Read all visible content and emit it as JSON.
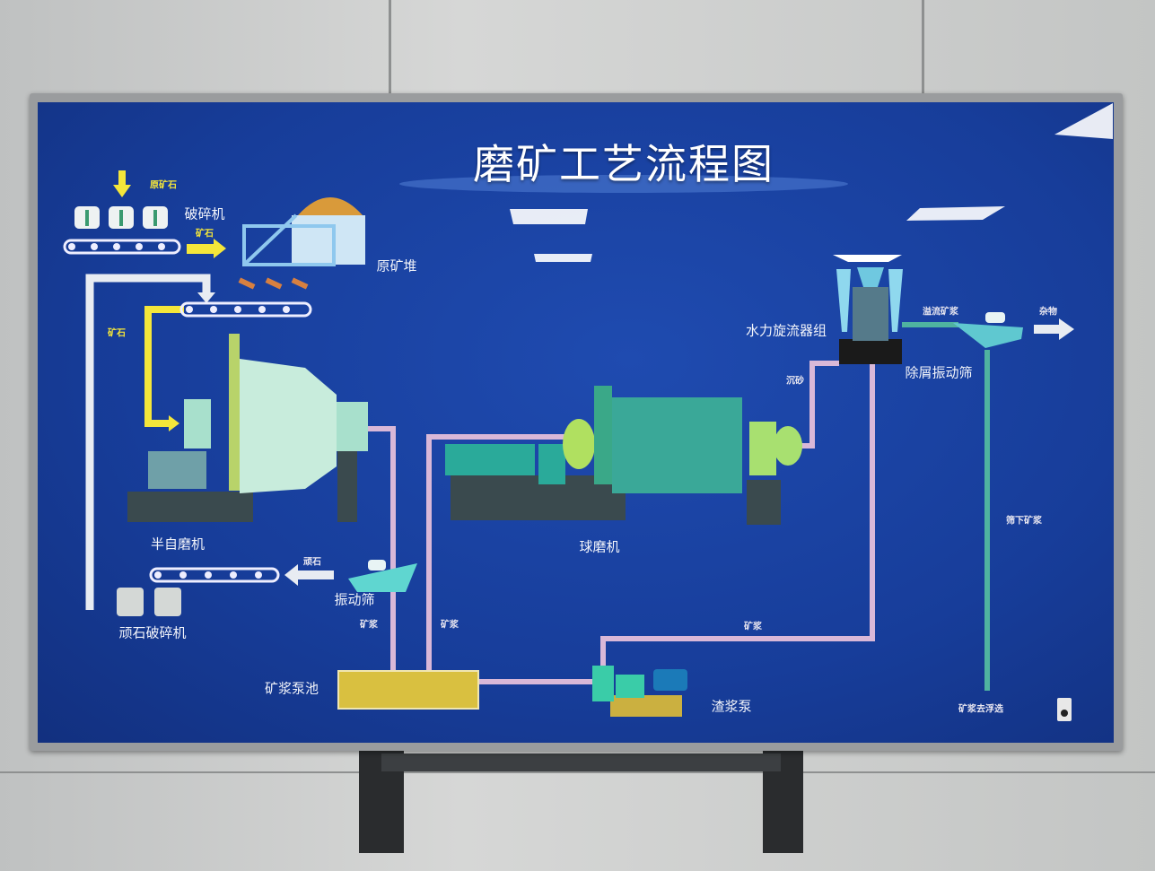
{
  "title": "磨矿工艺流程图",
  "labels": {
    "raw_ore": "原矿石",
    "crusher": "破碎机",
    "ore_1": "矿石",
    "raw_ore_pile": "原矿堆",
    "ore_2": "矿石",
    "hydrocyclone_group": "水力旋流器组",
    "overflow_slurry": "溢流矿浆",
    "debris": "杂物",
    "trash_vibrating_screen": "除屑振动筛",
    "sand": "沉砂",
    "sag_mill": "半自磨机",
    "ball_mill": "球磨机",
    "pebbles": "顽石",
    "vibrating_screen": "振动筛",
    "pebble_crusher": "顽石破碎机",
    "slurry_1": "矿浆",
    "slurry_2": "矿浆",
    "slurry_3": "矿浆",
    "undersize_slurry": "筛下矿浆",
    "slurry_pump_pool": "矿浆泵池",
    "slurry_pump": "渣浆泵",
    "slurry_to_flotation": "矿浆去浮选"
  },
  "colors": {
    "panel_blue": "#173d9a",
    "ore_flow_yellow": "#f4e63a",
    "slurry_pipe_pink": "#d9b8d8",
    "overflow_pipe_teal": "#4fb3a0",
    "equipment_teal": "#5fd6c0",
    "return_white": "#e8ecf2"
  }
}
